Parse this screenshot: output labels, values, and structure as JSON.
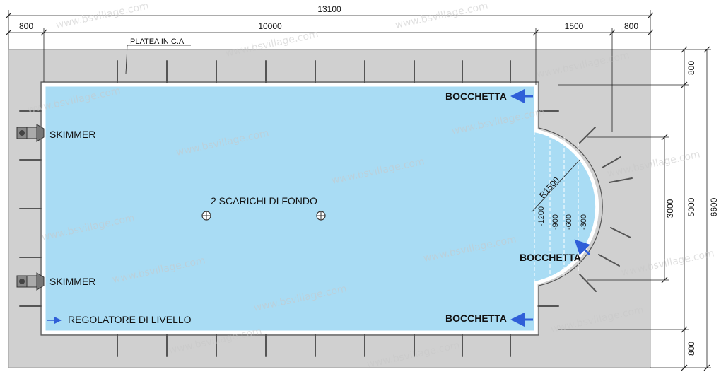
{
  "dimensions": {
    "total_width": "13100",
    "left_margin": "800",
    "pool_length": "10000",
    "roman_end": "1500",
    "right_margin": "800",
    "top_margin": "800",
    "bottom_margin": "800",
    "pool_width": "5000",
    "total_height": "6600",
    "roman_chord": "3000",
    "radius": "R1500",
    "depth_1": "-1200",
    "depth_2": "-900",
    "depth_3": "-600",
    "depth_4": "-300"
  },
  "labels": {
    "slab": "PLATEA IN C.A",
    "skimmer_top": "SKIMMER",
    "skimmer_bottom": "SKIMMER",
    "drains": "2 SCARICHI DI FONDO",
    "level_regulator": "REGOLATORE DI LIVELLO",
    "inlet_top": "BOCCHETTA",
    "inlet_bottom": "BOCCHETTA",
    "inlet_roman": "BOCCHETTA"
  },
  "watermark": "www.bsvillage.com",
  "colors": {
    "slab": "#cfcfcf",
    "water": "#a9dcf4",
    "pool_border": "#ffffff",
    "arrow": "#2f5fd8",
    "dimension_line": "#222222"
  }
}
